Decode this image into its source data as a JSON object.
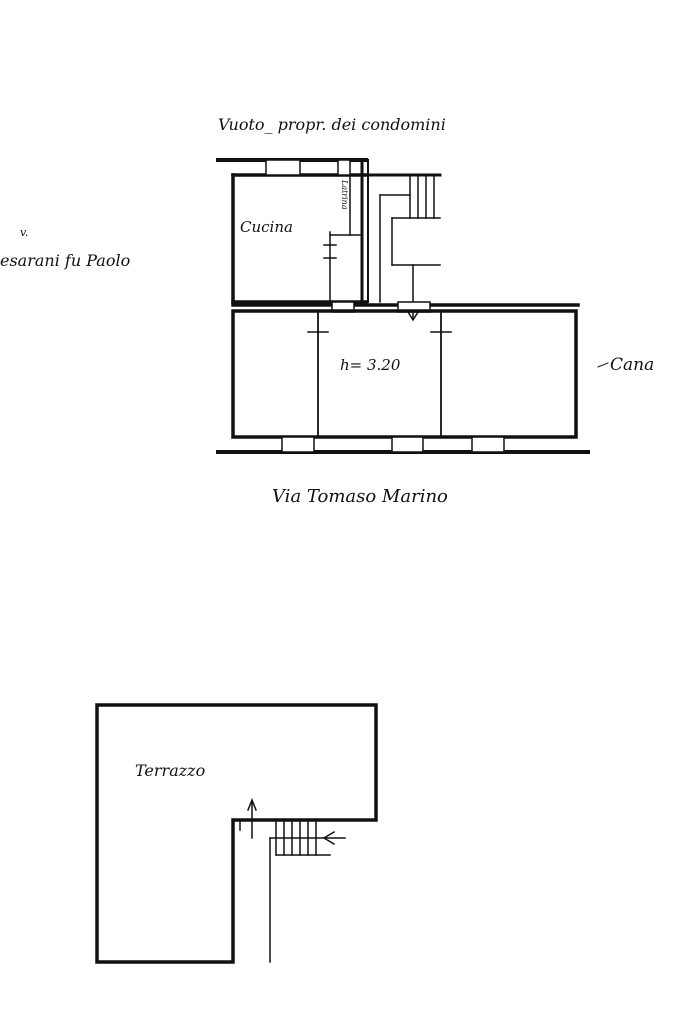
{
  "labels": {
    "top_neighbor": "Vuoto_ propr. dei condomini",
    "kitchen": "Cucina",
    "latrine": "Latrina",
    "left_neighbor": "esarani fu Paolo",
    "left_mark": "v.",
    "height": "h= 3.20",
    "right_neighbor": "Cana",
    "street": "Via Tomaso Marino",
    "terrace": "Terrazzo"
  },
  "colors": {
    "ink": "#111111",
    "paper": "#ffffff"
  }
}
